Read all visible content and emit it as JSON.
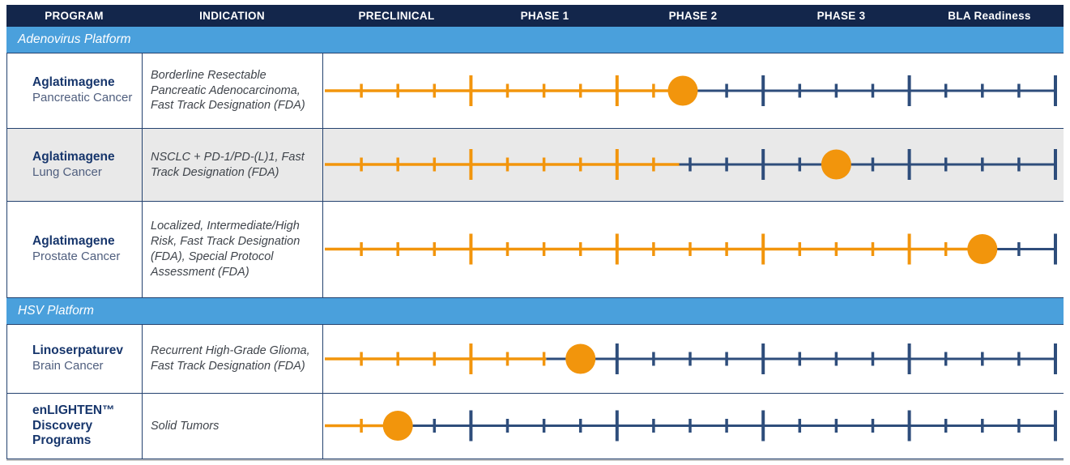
{
  "header": {
    "columns": [
      {
        "label": "PROGRAM",
        "kind": "program"
      },
      {
        "label": "INDICATION",
        "kind": "indication"
      },
      {
        "label": "PRECLINICAL",
        "kind": "phase"
      },
      {
        "label": "PHASE 1",
        "kind": "phase"
      },
      {
        "label": "PHASE 2",
        "kind": "phase"
      },
      {
        "label": "PHASE 3",
        "kind": "phase"
      },
      {
        "label": "BLA Readiness",
        "kind": "phase"
      }
    ]
  },
  "colors": {
    "header_bg": "#13264B",
    "banner_bg": "#4AA0DC",
    "border": "#24426F",
    "track_navy": "#2E4D7B",
    "track_orange": "#F2950C",
    "alt_row_bg": "#E9E9E9",
    "program_text": "#17366C",
    "subtitle_text": "#4F5E7E",
    "indication_text": "#3F444B",
    "bottom_line": "#C6C6C6"
  },
  "sections": [
    {
      "label": "Adenovirus Platform",
      "rows": [
        {
          "program": "Aglatimagene",
          "subtitle": "Pancreatic Cancer",
          "indication": "Borderline Resectable Pancreatic Adenocarcinoma, Fast Track Designation (FDA)",
          "progress_pct": 49,
          "marker_pct": 49,
          "marker_phase": "Phase 2",
          "alt_bg": false,
          "height": 94
        },
        {
          "program": "Aglatimagene",
          "subtitle": "Lung Cancer",
          "indication": "NSCLC + PD-1/PD-(L)1, Fast Track Designation (FDA)",
          "progress_pct": 48.5,
          "marker_pct": 70,
          "marker_phase": "Phase 3",
          "alt_bg": true,
          "height": 90
        },
        {
          "program": "Aglatimagene",
          "subtitle": "Prostate Cancer",
          "indication": "Localized, Intermediate/High Risk, Fast Track Designation (FDA), Special Protocol Assessment (FDA)",
          "progress_pct": 90,
          "marker_pct": 90,
          "marker_phase": "BLA Readiness",
          "alt_bg": false,
          "height": 119
        }
      ]
    },
    {
      "label": "HSV Platform",
      "rows": [
        {
          "program": "Linoserpaturev",
          "subtitle": "Brain Cancer",
          "indication": "Recurrent High-Grade Glioma, Fast Track Designation (FDA)",
          "progress_pct": 30.3,
          "marker_pct": 35,
          "marker_phase": "Phase 1",
          "alt_bg": false,
          "height": 86
        },
        {
          "program": "enLIGHTEN™ Discovery Programs",
          "subtitle": "",
          "indication": "Solid Tumors",
          "progress_pct": 10,
          "marker_pct": 10,
          "marker_phase": "Preclinical",
          "alt_bg": false,
          "height": 81
        }
      ]
    }
  ],
  "chart_data": {
    "type": "table",
    "phases": [
      "PRECLINICAL",
      "PHASE 1",
      "PHASE 2",
      "PHASE 3",
      "BLA Readiness"
    ],
    "track": {
      "segments_per_phase": 4,
      "tick_every_pct": 5,
      "phase_boundary_pct": [
        20,
        40,
        60,
        80,
        100
      ]
    },
    "rows": [
      {
        "program": "Aglatimagene",
        "indication_area": "Pancreatic Cancer",
        "marker_phase": "Phase 2",
        "marker_pct_of_track": 49,
        "orange_progress_pct_of_track": 49
      },
      {
        "program": "Aglatimagene",
        "indication_area": "Lung Cancer",
        "marker_phase": "Phase 3",
        "marker_pct_of_track": 70,
        "orange_progress_pct_of_track": 48.5
      },
      {
        "program": "Aglatimagene",
        "indication_area": "Prostate Cancer",
        "marker_phase": "BLA Readiness",
        "marker_pct_of_track": 90,
        "orange_progress_pct_of_track": 90
      },
      {
        "program": "Linoserpaturev",
        "indication_area": "Brain Cancer",
        "marker_phase": "Phase 1",
        "marker_pct_of_track": 35,
        "orange_progress_pct_of_track": 30.3
      },
      {
        "program": "enLIGHTEN™ Discovery Programs",
        "indication_area": "Solid Tumors",
        "marker_phase": "Preclinical",
        "marker_pct_of_track": 10,
        "orange_progress_pct_of_track": 10
      }
    ],
    "legend": []
  },
  "layout_note": ""
}
